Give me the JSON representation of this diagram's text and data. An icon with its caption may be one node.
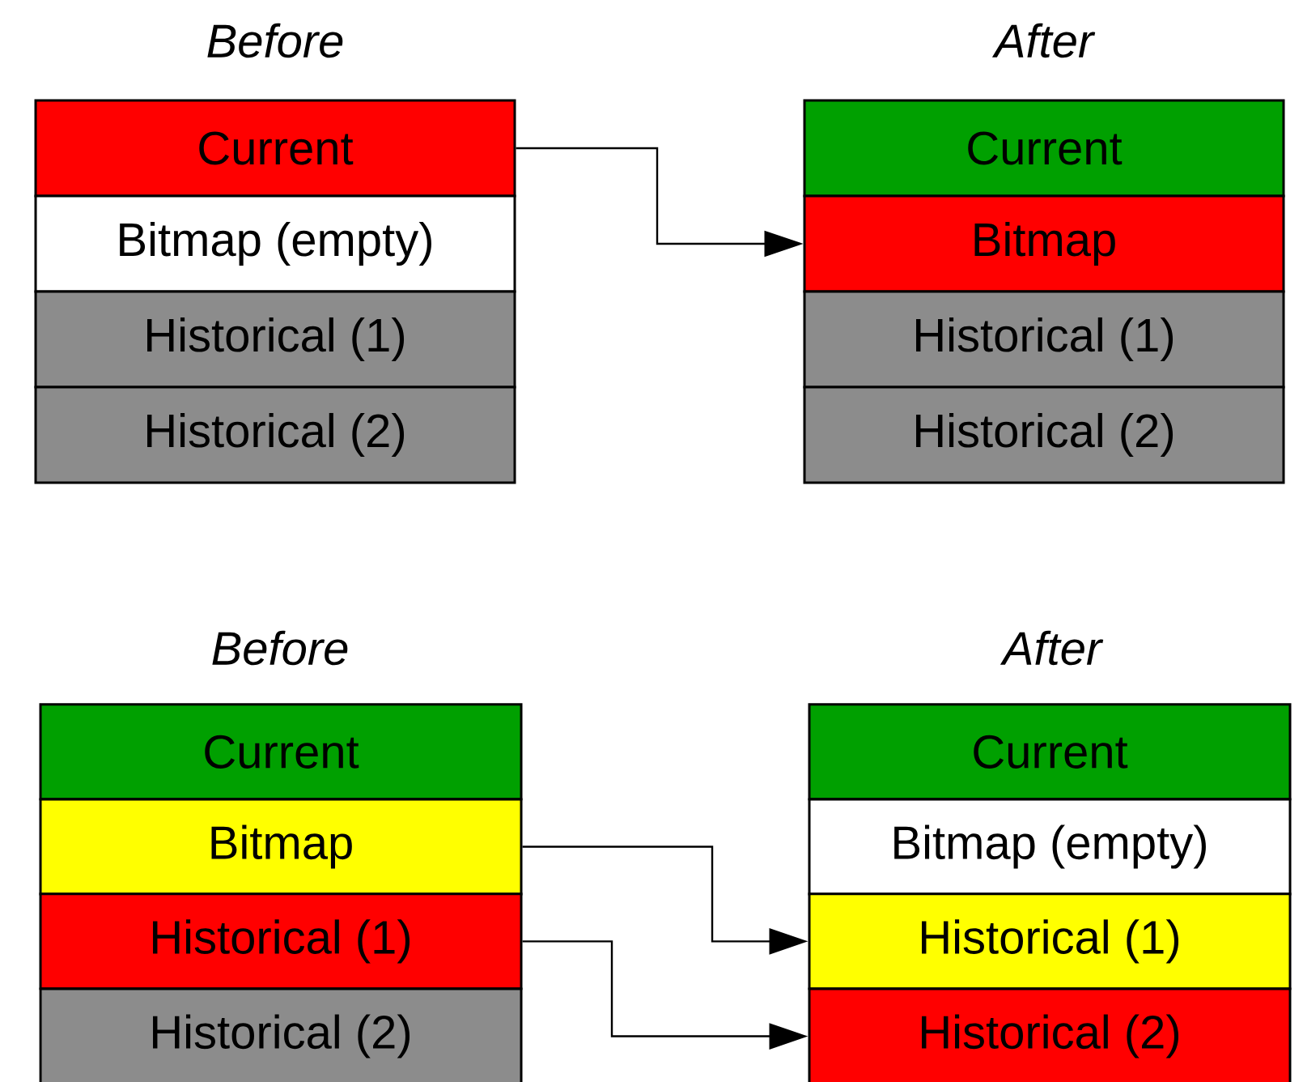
{
  "diagram": {
    "nodes": [
      {
        "text": [
          "Current"
        ]
      },
      {
        "text": [
          "Bitmap (empty)"
        ]
      },
      {
        "text": [
          "Historical (1)"
        ]
      },
      {
        "text": [
          "Historical (2)"
        ]
      },
      {
        "text": [
          "Current"
        ]
      },
      {
        "text": [
          "Bitmap"
        ]
      },
      {
        "text": [
          "Historical (1)"
        ]
      },
      {
        "text": [
          "Historical (2)"
        ]
      },
      {
        "text": [
          "Current"
        ]
      },
      {
        "text": [
          "Bitmap"
        ]
      },
      {
        "text": [
          "Historical (1)"
        ]
      },
      {
        "text": [
          "Historical (2)"
        ]
      },
      {
        "text": [
          "Current"
        ]
      },
      {
        "text": [
          "Bitmap (empty)"
        ]
      },
      {
        "text": [
          "Historical (1)"
        ]
      },
      {
        "text": [
          "Historical (2)"
        ]
      }
    ],
    "edges": [
      {
        "from": 0,
        "to": 5,
        "arrow": "to"
      },
      {
        "from": 9,
        "to": 14,
        "arrow": "to"
      },
      {
        "from": 10,
        "to": 15,
        "arrow": "to"
      }
    ],
    "labels": [
      "Before",
      "After",
      "Before",
      "After"
    ]
  }
}
